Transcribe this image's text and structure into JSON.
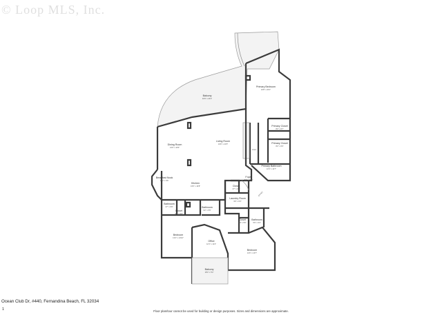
{
  "watermark": "© Loop MLS, Inc.",
  "address": "Ocean Club Dr, #440, Fernandina Beach, FL 32034",
  "page_number": "1",
  "disclaimer": "Floor plan/tour cannot be used for building or design purposes. Sizes and dimensions are approximate.",
  "rooms": {
    "balcony_top": {
      "name": "Balcony",
      "dims": "40'9\" x 24'2\""
    },
    "primary_bedroom": {
      "name": "Primary Bedroom",
      "dims": "16'8\" x 20'1\""
    },
    "primary_closet_1": {
      "name": "Primary Closet",
      "dims": "8'2\" x 6'7\""
    },
    "primary_closet_2": {
      "name": "Primary Closet",
      "dims": "8'2\" x 6'6\""
    },
    "linen": {
      "name": "Linen",
      "dims": ""
    },
    "primary_bathroom": {
      "name": "Primary Bathroom",
      "dims": "12'4\" x 14'7\""
    },
    "dining_room": {
      "name": "Dining Room",
      "dims": "13'6\" x 16'6\""
    },
    "living_room": {
      "name": "Living Room",
      "dims": "19'6\" x 21'5\""
    },
    "foyer": {
      "name": "Foyer",
      "dims": "8'4\" x 10'8\""
    },
    "breakfast_nook": {
      "name": "Breakfast Nook",
      "dims": "10'4\" x 9'6\""
    },
    "kitchen": {
      "name": "Kitchen",
      "dims": "13'6\" x 16'8\""
    },
    "closet_foyer": {
      "name": "Closet",
      "dims": "4'7\" x 2'1\""
    },
    "laundry_room": {
      "name": "Laundry Room",
      "dims": "9'6\" x 6'3\""
    },
    "bathroom_left": {
      "name": "Bathroom",
      "dims": "4'7\" x 6'9\""
    },
    "closet_left": {
      "name": "Closet",
      "dims": "4'9\" x 4'4\""
    },
    "bathroom_mid": {
      "name": "Bathroom",
      "dims": "9'2\" x 5'5\""
    },
    "closet_right": {
      "name": "Closet",
      "dims": "4'9\" x 5'6\""
    },
    "bathroom_right": {
      "name": "Bathroom",
      "dims": "5'9\" x 9'4\""
    },
    "bedroom_left": {
      "name": "Bedroom",
      "dims": "13'4\" x 14'10\""
    },
    "office": {
      "name": "Office",
      "dims": "12'1\" x 11'4\""
    },
    "bedroom_right": {
      "name": "Bedroom",
      "dims": "11'6\" x 13'7\""
    },
    "balcony_bottom": {
      "name": "Balcony",
      "dims": "18'4\" x 5'4\""
    }
  }
}
